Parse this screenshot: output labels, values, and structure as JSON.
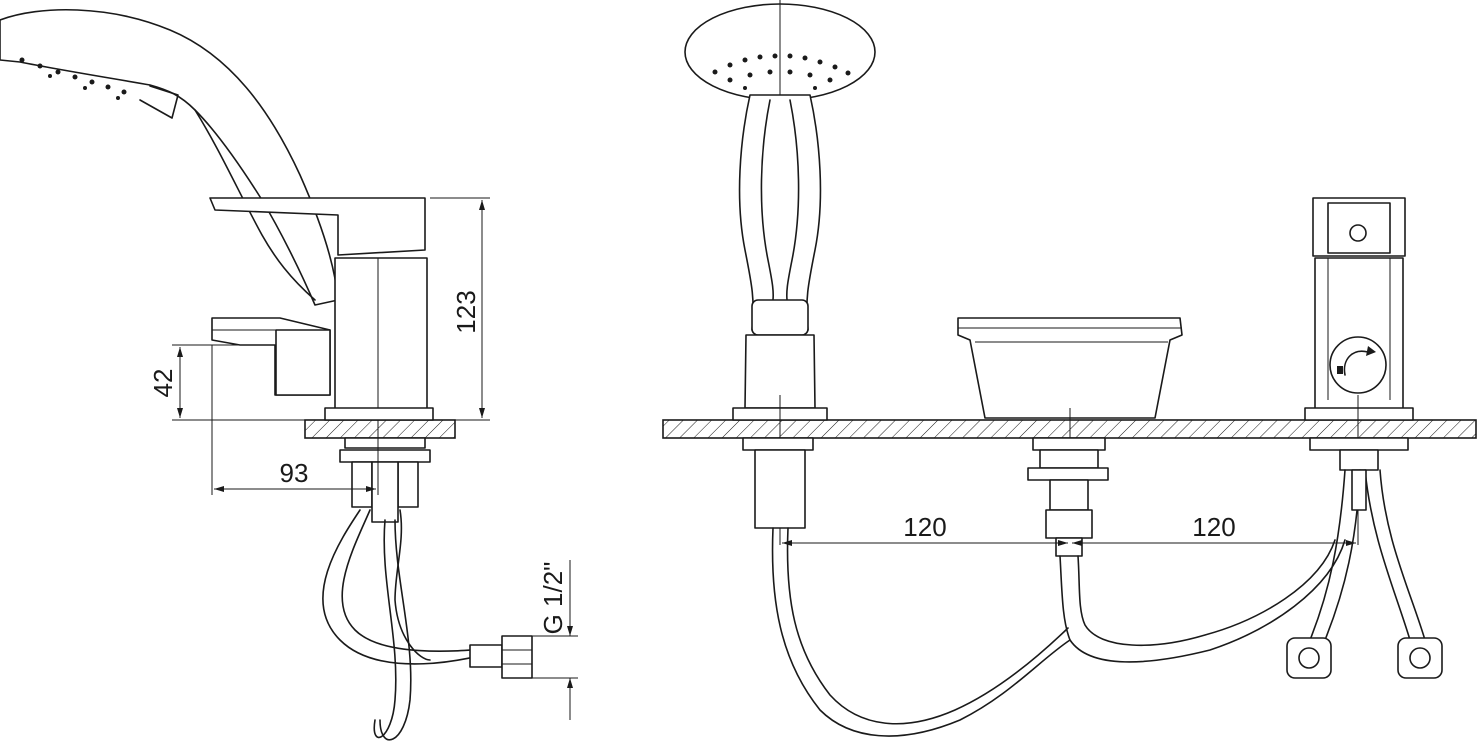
{
  "dimensions": {
    "height_total": "123",
    "spout_height": "42",
    "spout_reach": "93",
    "spacing_left": "120",
    "spacing_right": "120",
    "thread": "G 1/2\""
  },
  "colors": {
    "stroke": "#1a1a1a",
    "background": "#ffffff"
  }
}
